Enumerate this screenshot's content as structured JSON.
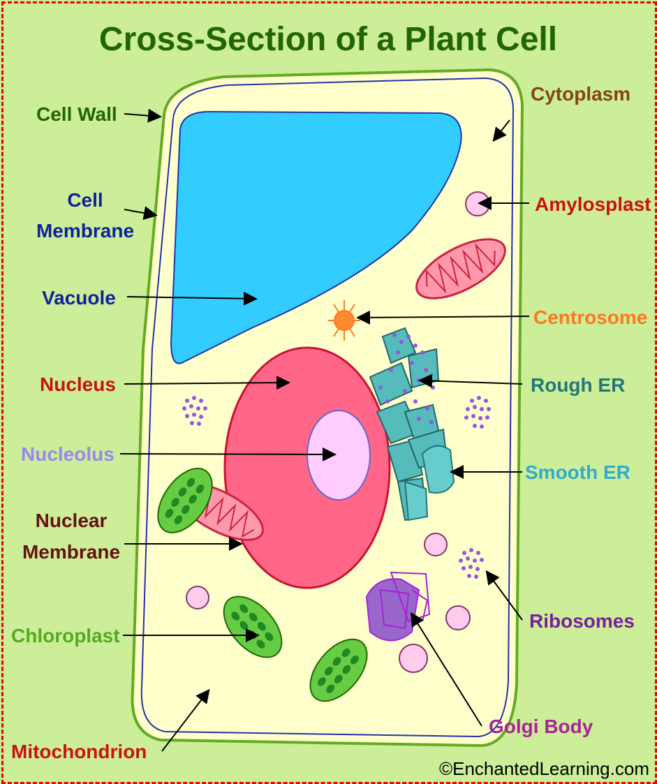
{
  "title": "Cross-Section of a Plant Cell",
  "credit": "©EnchantedLearning.com",
  "labels": {
    "cell_wall": "Cell Wall",
    "cell_membrane_1": "Cell",
    "cell_membrane_2": "Membrane",
    "vacuole": "Vacuole",
    "nucleus": "Nucleus",
    "nucleolus": "Nucleolus",
    "nuclear_membrane_1": "Nuclear",
    "nuclear_membrane_2": "Membrane",
    "chloroplast": "Chloroplast",
    "mitochondrion": "Mitochondrion",
    "cytoplasm": "Cytoplasm",
    "amylosplast": "Amylosplast",
    "centrosome": "Centrosome",
    "rough_er": "Rough ER",
    "smooth_er": "Smooth ER",
    "ribosomes": "Ribosomes",
    "golgi_body": "Golgi Body"
  },
  "colors": {
    "background": "#ccee99",
    "border": "#ee0000",
    "title": "#226600",
    "cell_wall": "#66aa22",
    "cytoplasm": "#ffffcc",
    "membrane": "#2233aa",
    "vacuole": "#33ccff",
    "nucleus": "#ff6688",
    "nucleolus": "#ffccff",
    "chloroplast": "#66cc44",
    "mitochondrion": "#ff99aa",
    "label_dark_green": "#226600",
    "label_blue": "#112299",
    "label_red": "#cc1111",
    "label_lavender": "#9988ee",
    "label_maroon": "#661111",
    "label_light_green": "#55aa22",
    "label_brown": "#884411",
    "label_orange": "#ff7722",
    "label_teal": "#227777",
    "label_cyan": "#33aacc",
    "label_purple": "#772299",
    "label_magenta": "#aa2299"
  }
}
